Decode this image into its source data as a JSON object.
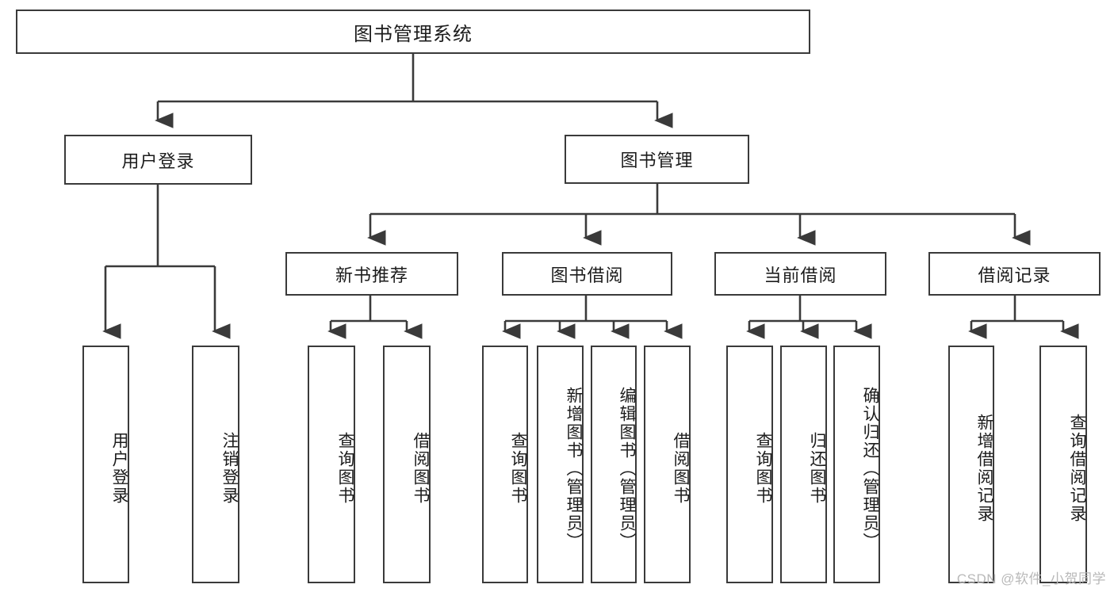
{
  "diagram": {
    "type": "tree",
    "title": "图书管理系统",
    "colors": {
      "background": "#ffffff",
      "line": "#3a3a3a",
      "node_border": "#3a3a3a",
      "node_fill": "#ffffff",
      "text": "#1c1c1c",
      "watermark": "#b9b9b9"
    },
    "root": {
      "label": "图书管理系统"
    },
    "level2": [
      {
        "label": "用户登录"
      },
      {
        "label": "图书管理"
      }
    ],
    "level3": [
      {
        "label": "新书推荐"
      },
      {
        "label": "图书借阅"
      },
      {
        "label": "当前借阅"
      },
      {
        "label": "借阅记录"
      }
    ],
    "leaves": {
      "user_login": [
        {
          "label": "用户登录"
        },
        {
          "label": "注销登录"
        }
      ],
      "new_book_recommend": [
        {
          "label": "查询图书"
        },
        {
          "label": "借阅图书"
        }
      ],
      "book_borrow": [
        {
          "label": "查询图书"
        },
        {
          "label": "新增图书（管理员）"
        },
        {
          "label": "编辑图书（管理员）"
        },
        {
          "label": "借阅图书"
        }
      ],
      "current_borrow": [
        {
          "label": "查询图书"
        },
        {
          "label": "归还图书"
        },
        {
          "label": "确认归还（管理员）"
        }
      ],
      "borrow_record": [
        {
          "label": "新增借阅记录"
        },
        {
          "label": "查询借阅记录"
        }
      ]
    },
    "watermark": "CSDN @软件_小贺同学"
  }
}
